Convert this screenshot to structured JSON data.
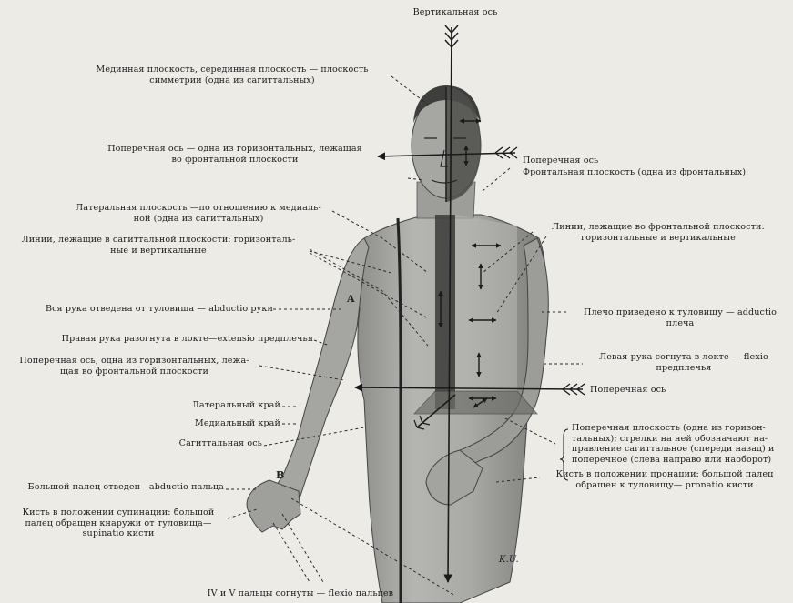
{
  "title": "Вертикальная ось",
  "labels": {
    "median_plane": "Мединная плоскость, серединная плоскость — плоскость\nсимметрии (одна из сагиттальных)",
    "transverse_axis_left": "Поперечная ось — одна из горизонтальных, лежащая\nво фронтальной плоскости",
    "transverse_axis_right": "Поперечная ось",
    "frontal_plane": "Фронтальная плоскость (одна из фронтальных)",
    "lateral_plane": "Латеральная плоскость —по отношению к медиаль-\nной (одна из сагиттальных)",
    "sagittal_lines": "Линии, лежащие в сагиттальной плоскости: горизонталь-\nные и вертикальные",
    "frontal_lines": "Линии, лежащие во фронтальной плоскости:\nгоризонтальные и вертикальные",
    "abduction_arm": "Вся рука отведена от туловища — abductio руки",
    "extension_forearm": "Правая рука разогнута в локте—extensio предплечья",
    "adduction_shoulder": "Плечо приведено к туловищу — adductio\nплеча",
    "transverse_axis_frontal": "Поперечная ось, одна из горизонтальных, лежа-\nщая во фронтальной плоскости",
    "flexion_forearm": "Левая рука согнута в локте — flexio\nпредплечья",
    "transverse_axis_lower": "Поперечная ось",
    "lateral_edge": "Латеральный край",
    "medial_edge": "Медиальный край",
    "sagittal_axis": "Сагиттальная ось",
    "transverse_plane": "Поперечная плоскость (одна из горизон-\nтальных); стрелки на ней обозначают на-\nправление сагиттальное (спереди назад) и\nпоперечное (слева направо или наоборот)",
    "thumb_abduction": "Большой палец отведен—abductio пальца",
    "pronation": "Кисть в положении пронации: большой палец\nобращен к туловищу— pronatio кисти",
    "supination": "Кисть в положении супинации: большой\nпалец обращен кнаружи от туловища—\nsupinatio кисти",
    "fingers_flexion": "IV и V пальцы согнуты — flexio пальцев"
  },
  "figure_marks": {
    "A": "A",
    "B": "B",
    "signature": "K.U."
  }
}
